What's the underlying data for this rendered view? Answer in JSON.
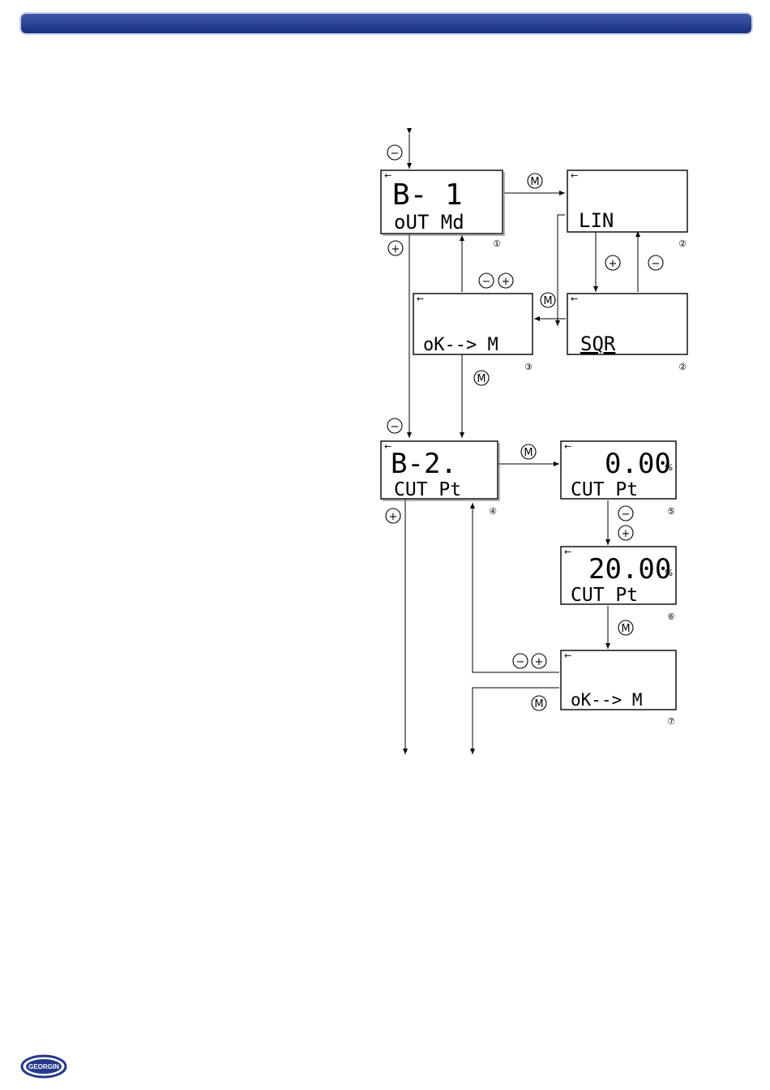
{
  "header": {
    "accent_color": "#24398a"
  },
  "screens": {
    "s1": {
      "top": "B- 1",
      "bottom": "oUT Md",
      "step": "①"
    },
    "s2a": {
      "top": "",
      "bottom": "LIN",
      "step": "②"
    },
    "s2b": {
      "top": "",
      "bottom": "SQR",
      "step": "②"
    },
    "s3": {
      "top": "",
      "bottom": "oK--> M",
      "step": "③"
    },
    "s4": {
      "top": "B-2.",
      "bottom": "CUT Pt",
      "step": "④"
    },
    "s5": {
      "top": "0.00",
      "unit": "%",
      "bottom": "CUT Pt",
      "step": "⑤"
    },
    "s6": {
      "top": "20.00",
      "unit": "%",
      "bottom": "CUT Pt",
      "step": "⑥"
    },
    "s7": {
      "top": "",
      "bottom": "oK--> M",
      "step": "⑦"
    }
  },
  "buttons": {
    "mode": "M",
    "minus": "−",
    "plus": "+"
  },
  "logo": {
    "text": "GEORGIN",
    "color": "#24398a"
  }
}
